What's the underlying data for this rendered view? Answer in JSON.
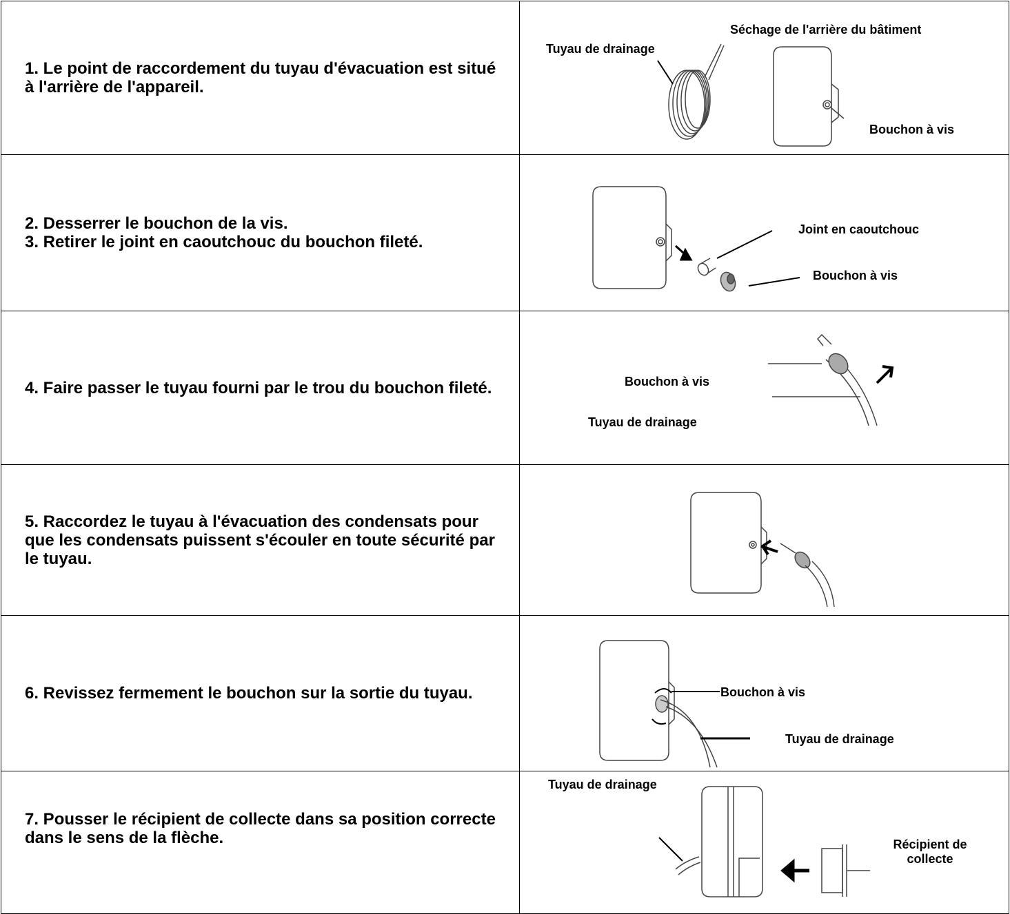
{
  "steps": [
    {
      "text": "1. Le point de raccordement du tuyau d'évacuation est situé à l'arrière de l'appareil.",
      "labels": {
        "title": "Séchage de l'arrière du bâtiment",
        "hose": "Tuyau de drainage",
        "cap": "Bouchon à vis"
      }
    },
    {
      "text": "2. Desserrer le bouchon de la vis.\n3. Retirer le joint en caoutchouc du bouchon fileté.",
      "labels": {
        "seal": "Joint en caoutchouc",
        "cap": "Bouchon à vis"
      }
    },
    {
      "text": "4. Faire passer le tuyau fourni par le trou du bouchon fileté.",
      "labels": {
        "cap": "Bouchon à vis",
        "hose": "Tuyau de drainage"
      }
    },
    {
      "text": "5. Raccordez le tuyau à l'évacuation des condensats pour que les condensats puissent s'écouler en toute sécurité par le tuyau.",
      "labels": {}
    },
    {
      "text": "6. Revissez fermement le bouchon sur la sortie du tuyau.",
      "labels": {
        "cap": "Bouchon à vis",
        "hose": "Tuyau de drainage"
      }
    },
    {
      "text": "7. Pousser le récipient de collecte dans sa position correcte dans le sens de la flèche.",
      "labels": {
        "hose": "Tuyau de drainage",
        "container": "Récipient de collecte"
      }
    }
  ]
}
